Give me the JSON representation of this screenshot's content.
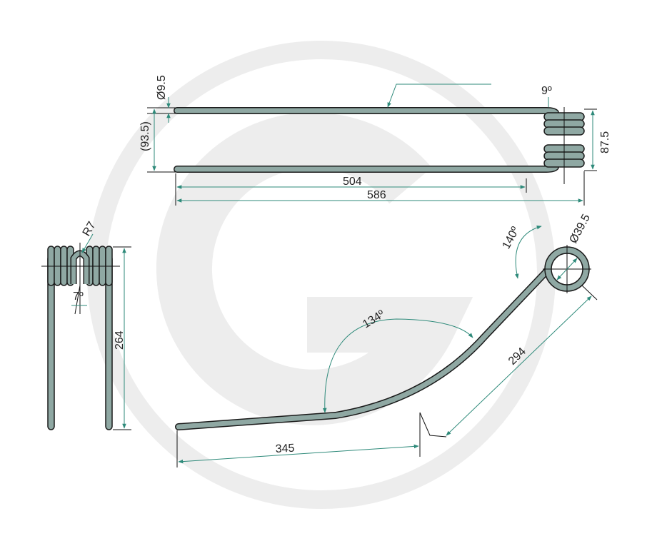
{
  "colors": {
    "rod_fill": "#8fa8a3",
    "rod_outline": "#1a1a1a",
    "dimension_line": "#2e8a7a",
    "watermark": "#ededed",
    "text": "#222222"
  },
  "watermark": {
    "icon": "g-logo-watermark"
  },
  "labels": {
    "wire_diameter": "Ø9.5",
    "outer_width": "(93.5)",
    "coil_angle": "9º",
    "coil_height": "87.5",
    "inner_length": "504",
    "total_length": "586",
    "bend_radius": "R7",
    "leg_angle": "7º",
    "side_height": "264",
    "eye_angle": "140º",
    "eye_diameter": "Ø39.5",
    "bend_angle": "134º",
    "upper_arm_length": "294",
    "lower_arm_length": "345"
  }
}
